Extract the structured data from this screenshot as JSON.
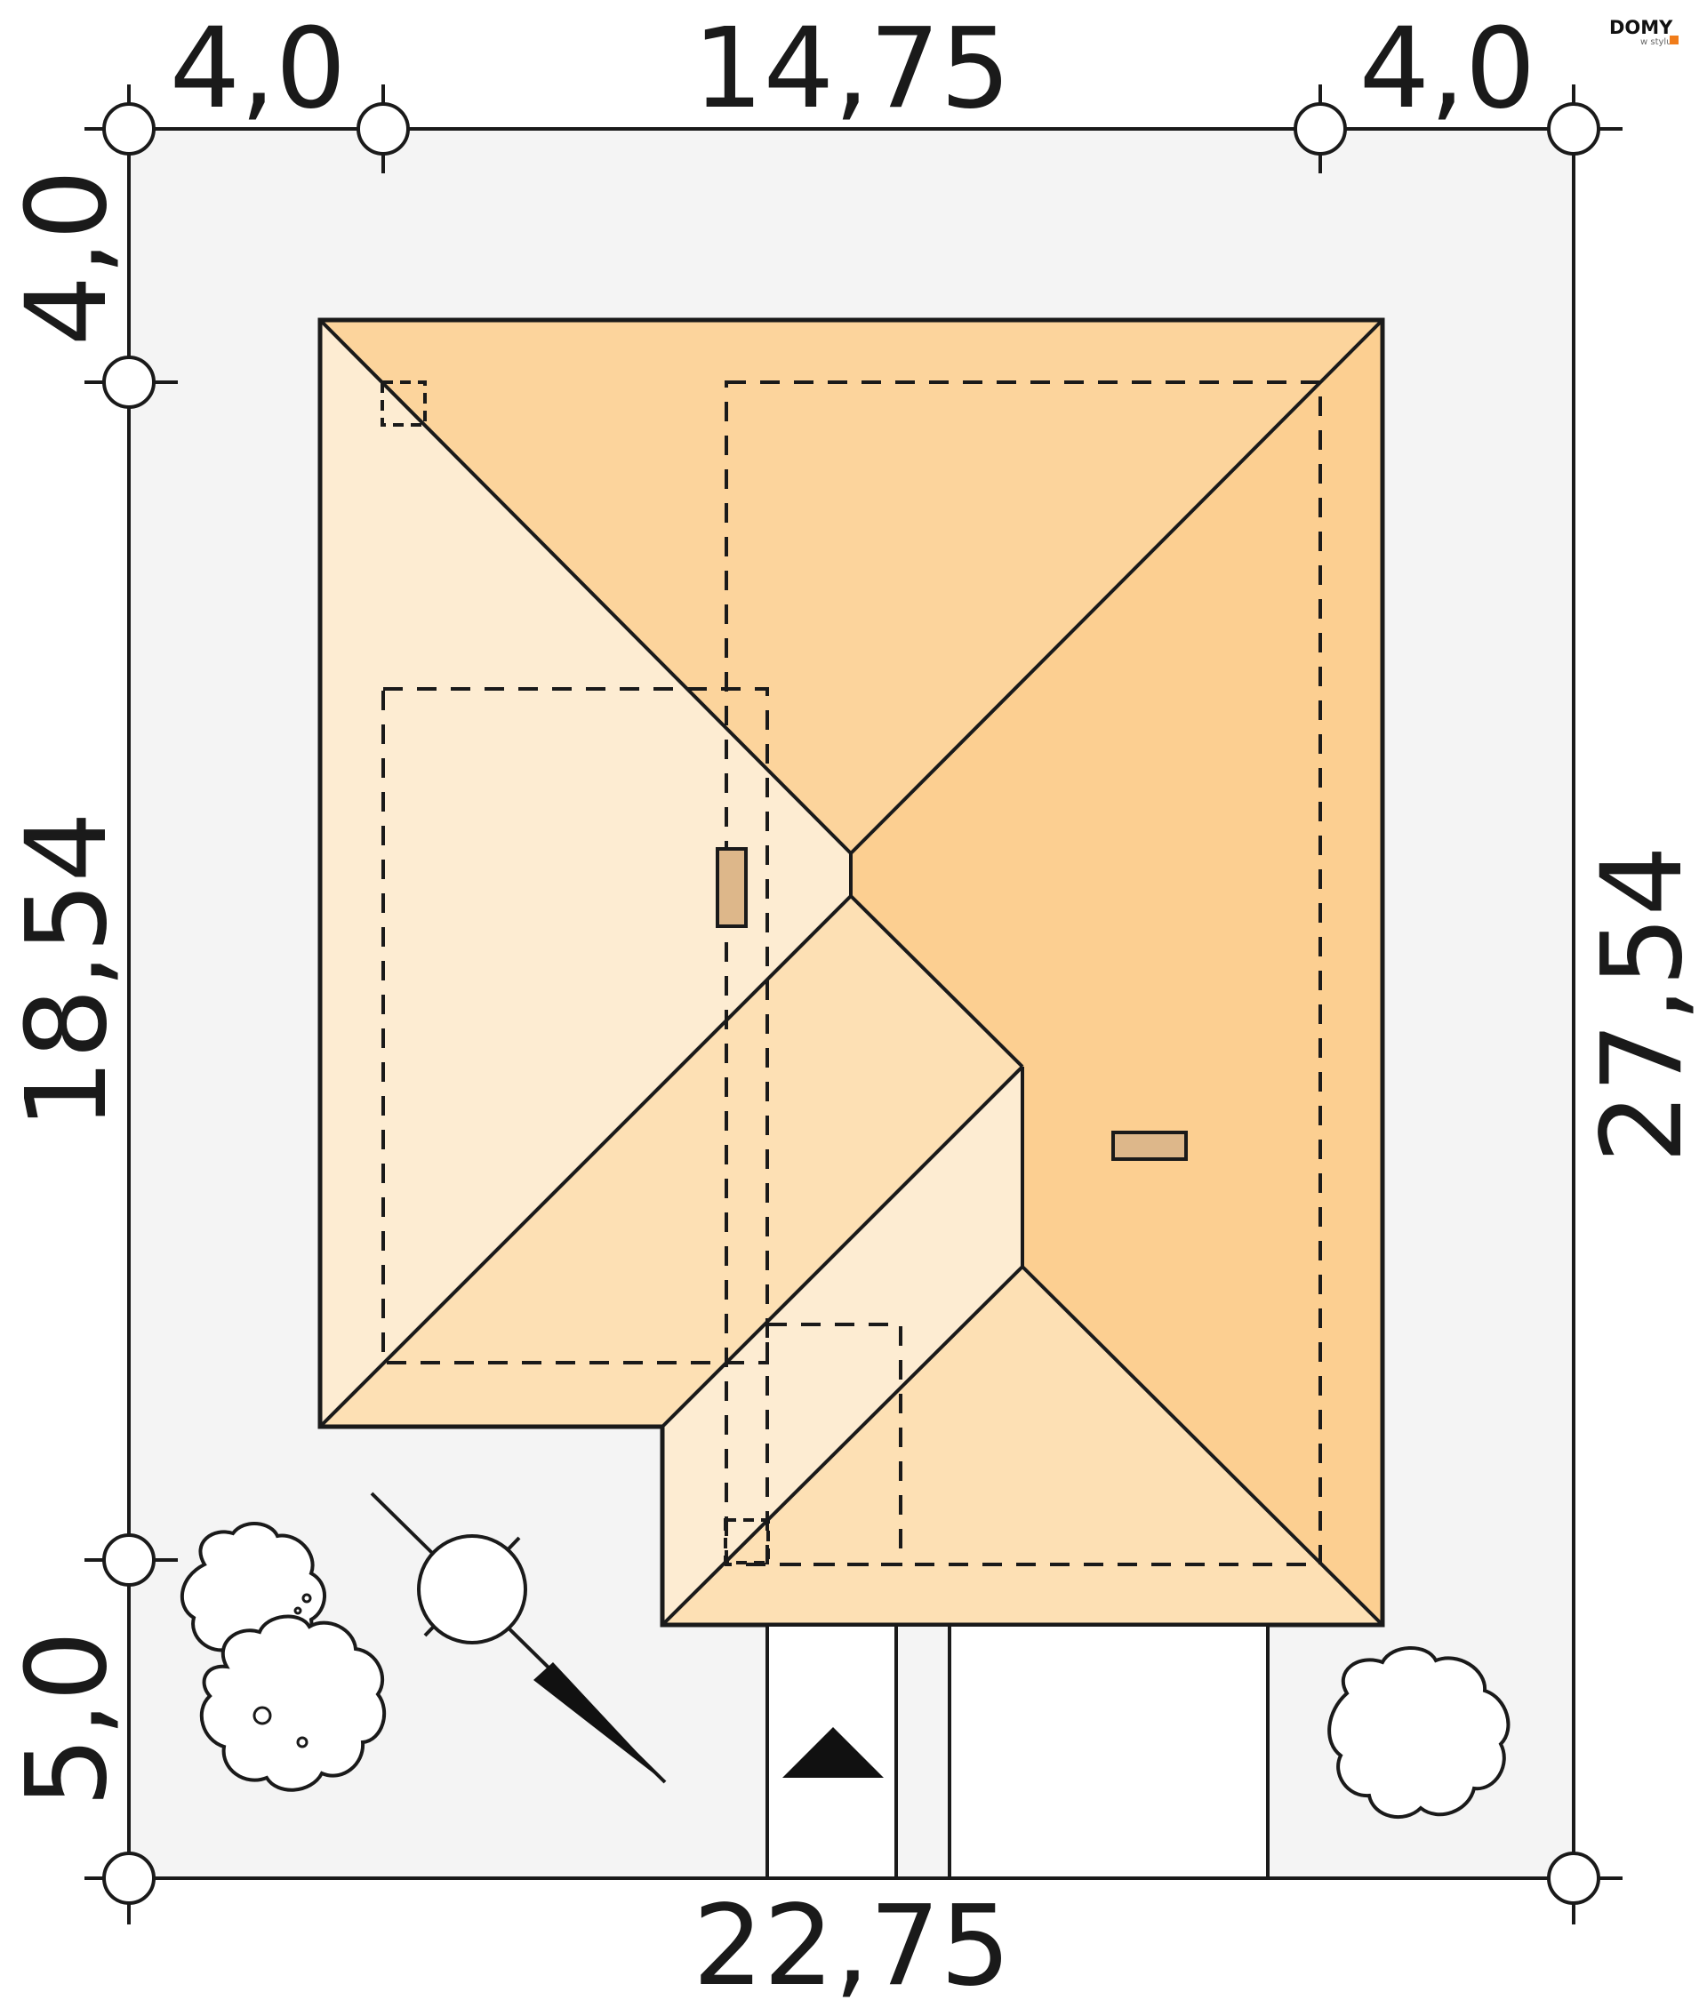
{
  "brand": {
    "logo_text": "DOMY",
    "logo_subtext": "w stylu"
  },
  "dimensions": {
    "top_left": "4,0",
    "top_middle": "14,75",
    "top_right": "4,0",
    "left_top": "4,0",
    "left_middle": "18,54",
    "left_bottom": "5,0",
    "right_total": "27,54",
    "bottom_total": "22,75"
  },
  "colors": {
    "plot_background": "#f4f4f4",
    "roof_light": "#fdecd2",
    "roof_mid": "#fde0b4",
    "roof_medium_dark": "#fcd49c",
    "roof_dark": "#fccf91",
    "chimney": "#ddb78a",
    "lines": "#1a1a1a",
    "logo_accent": "#f07c1a"
  },
  "icons": {
    "north_arrow": "compass-north-arrow-icon",
    "entrance": "entrance-triangle-icon",
    "trees": "tree-icon"
  }
}
